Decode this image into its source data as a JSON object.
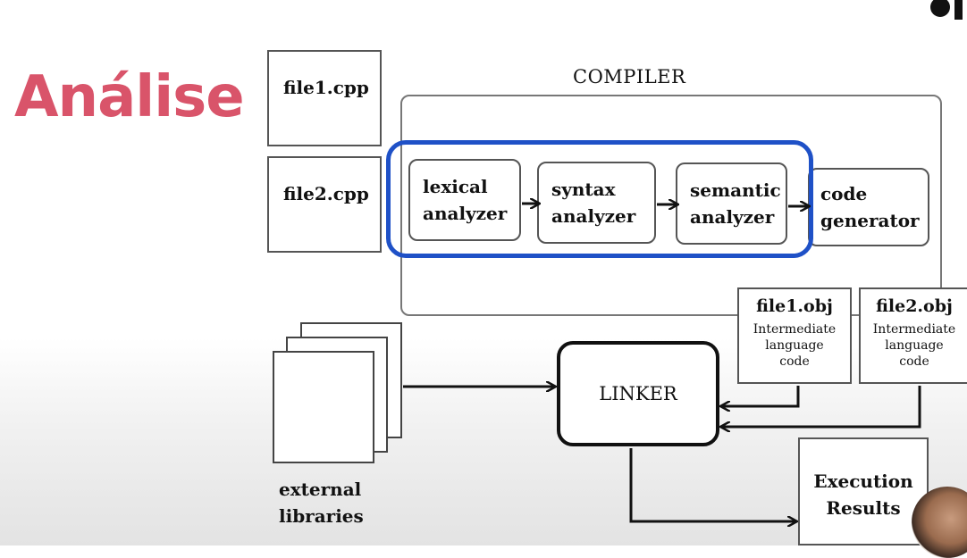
{
  "slide": {
    "title": "Análise"
  },
  "inputs": {
    "file1": "file1.cpp",
    "file2": "file2.cpp"
  },
  "compiler": {
    "label": "COMPILER",
    "stages": [
      {
        "line1": "lexical",
        "line2": "analyzer"
      },
      {
        "line1": "syntax",
        "line2": "analyzer"
      },
      {
        "line1": "semantic",
        "line2": "analyzer"
      },
      {
        "line1": "code",
        "line2": "generator"
      }
    ],
    "highlight_color": "#1f51c7"
  },
  "objects": [
    {
      "name": "file1.obj",
      "line1": "Intermediate",
      "line2": "language",
      "line3": "code"
    },
    {
      "name": "file2.obj",
      "line1": "Intermediate",
      "line2": "language",
      "line3": "code"
    }
  ],
  "linker": {
    "label": "LINKER"
  },
  "libraries": {
    "line1": "external",
    "line2": "libraries"
  },
  "results": {
    "line1": "Execution",
    "line2": "Results"
  },
  "colors": {
    "title": "#d9546a",
    "highlight": "#1f51c7"
  }
}
